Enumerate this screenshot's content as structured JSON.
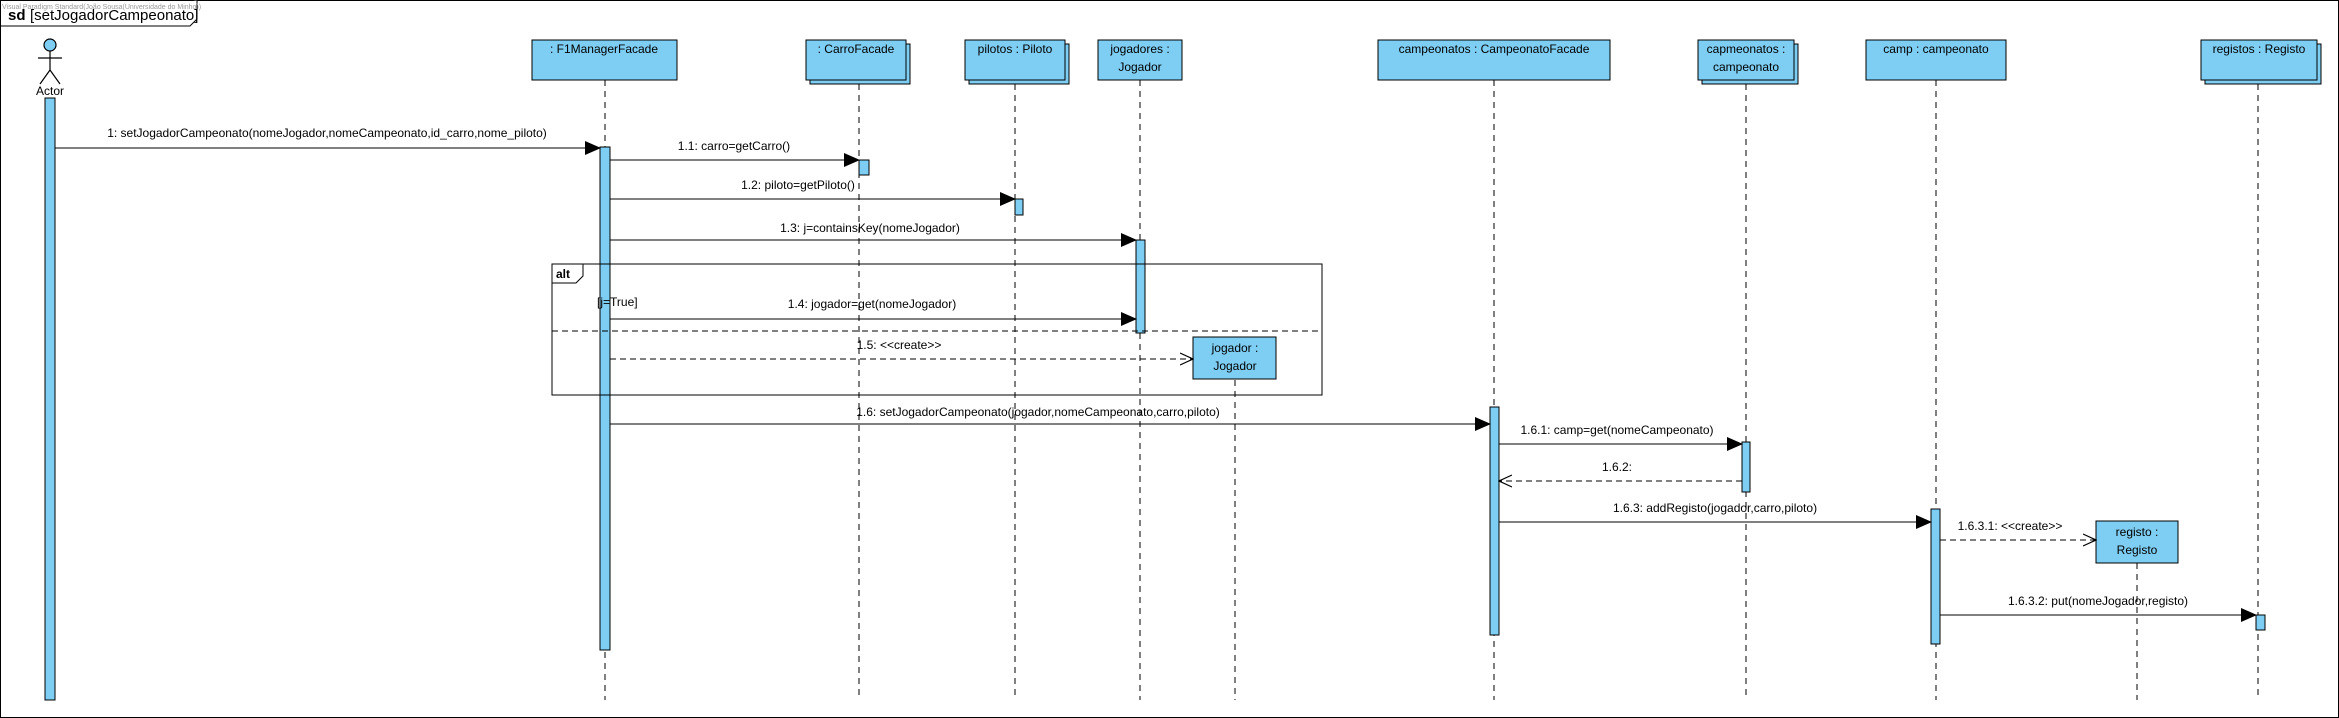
{
  "watermark": "Visual Paradigm Standard(João Sousa(Universidade do Minho))",
  "frame": {
    "keyword": "sd",
    "name": "[setJogadorCampeonato]"
  },
  "colors": {
    "box_fill": "#7ecef4",
    "stroke": "#000000",
    "background": "#ffffff"
  },
  "actor": {
    "label": "Actor"
  },
  "lifelines": [
    {
      "id": "f1",
      "label_lines": [
        ": F1ManagerFacade"
      ],
      "stacked": false
    },
    {
      "id": "carro",
      "label_lines": [
        ": CarroFacade"
      ],
      "stacked": true
    },
    {
      "id": "pilotos",
      "label_lines": [
        "pilotos : Piloto"
      ],
      "stacked": true
    },
    {
      "id": "jogadores",
      "label_lines": [
        "jogadores :",
        "Jogador"
      ],
      "stacked": false
    },
    {
      "id": "campeonatos",
      "label_lines": [
        "campeonatos : CampeonatoFacade"
      ],
      "stacked": false
    },
    {
      "id": "capmeonatos",
      "label_lines": [
        "capmeonatos :",
        "campeonato"
      ],
      "stacked": true
    },
    {
      "id": "camp",
      "label_lines": [
        "camp : campeonato"
      ],
      "stacked": false
    },
    {
      "id": "registos",
      "label_lines": [
        "registos : Registo"
      ],
      "stacked": true
    },
    {
      "id": "jogador",
      "label_lines": [
        "jogador :",
        "Jogador"
      ],
      "stacked": false,
      "created": true
    },
    {
      "id": "registo",
      "label_lines": [
        "registo :",
        "Registo"
      ],
      "stacked": false,
      "created": true
    }
  ],
  "messages": [
    {
      "id": "m1",
      "label": "1: setJogadorCampeonato(nomeJogador,nomeCampeonato,id_carro,nome_piloto)",
      "kind": "sync"
    },
    {
      "id": "m1_1",
      "label": "1.1: carro=getCarro()",
      "kind": "sync"
    },
    {
      "id": "m1_2",
      "label": "1.2: piloto=getPiloto()",
      "kind": "sync"
    },
    {
      "id": "m1_3",
      "label": "1.3: j=containsKey(nomeJogador)",
      "kind": "sync"
    },
    {
      "id": "m1_4",
      "label": "1.4: jogador=get(nomeJogador)",
      "kind": "sync"
    },
    {
      "id": "m1_5",
      "label": "1.5: <<create>>",
      "kind": "create"
    },
    {
      "id": "m1_6",
      "label": "1.6: setJogadorCampeonato(jogador,nomeCampeonato,carro,piloto)",
      "kind": "sync"
    },
    {
      "id": "m1_6_1",
      "label": "1.6.1: camp=get(nomeCampeonato)",
      "kind": "sync"
    },
    {
      "id": "m1_6_2",
      "label": "1.6.2:",
      "kind": "return"
    },
    {
      "id": "m1_6_3",
      "label": "1.6.3: addRegisto(jogador,carro,piloto)",
      "kind": "sync"
    },
    {
      "id": "m1_6_3_1",
      "label": "1.6.3.1: <<create>>",
      "kind": "create"
    },
    {
      "id": "m1_6_3_2",
      "label": "1.6.3.2: put(nomeJogador,registo)",
      "kind": "sync"
    }
  ],
  "fragment": {
    "operator": "alt",
    "guard": "[j=True]"
  }
}
